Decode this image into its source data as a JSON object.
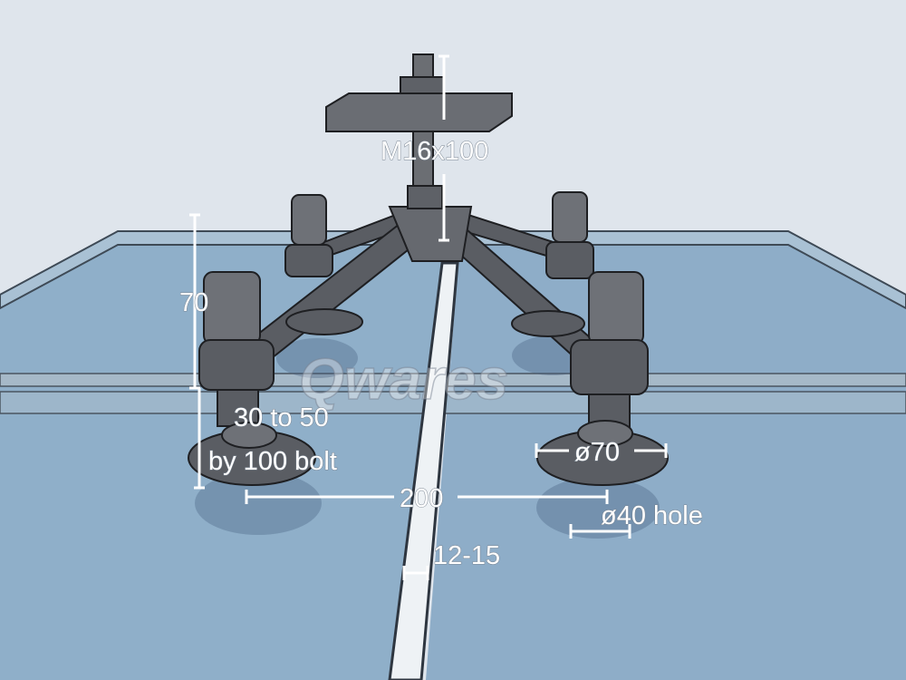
{
  "labels": {
    "bolt": "M16x100",
    "height": "70",
    "adjust_line1": "30 to 50",
    "adjust_line2": "by 100 bolt",
    "spacing": "200",
    "disc": "ø70",
    "hole": "ø40 hole",
    "gap": "12-15"
  },
  "watermark": "Qwares",
  "colors": {
    "sky": "#dfe5ec",
    "glass": "#8fafc9",
    "steel": "#55585e",
    "frame": "#7f9bb3",
    "dimension": "#ffffff"
  }
}
